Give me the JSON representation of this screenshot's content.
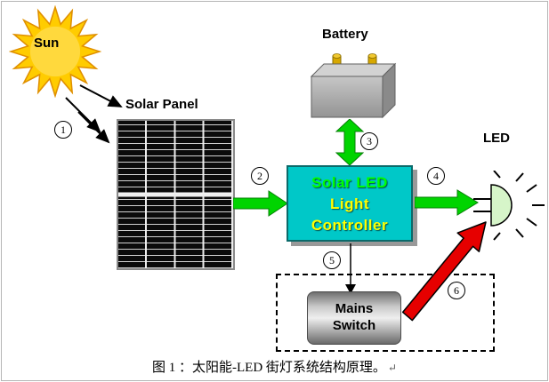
{
  "figure": {
    "caption": "图 1 ：太阳能-LED 街灯系统结构原理。",
    "caption_end_mark": "↵"
  },
  "nodes": {
    "sun": {
      "label": "Sun"
    },
    "solar_panel": {
      "label": "Solar Panel"
    },
    "battery": {
      "label": "Battery"
    },
    "controller": {
      "line1": "Solar LED",
      "line2": "Light",
      "line3": "Controller"
    },
    "led": {
      "label": "LED"
    },
    "mains_switch": {
      "line1": "Mains",
      "line2": "Switch"
    }
  },
  "markers": [
    "1",
    "2",
    "3",
    "4",
    "5",
    "6"
  ],
  "colors": {
    "flow_arrow_green": "#00d400",
    "flow_arrow_green_edge": "#067f06",
    "controller_fill": "#00c8c8",
    "controller_text_primary": "#00ff00",
    "controller_text_secondary": "#ffff00",
    "mains_arrow_red": "#e60000",
    "sun_fill": "#ffcc00",
    "led_body_fill": "#d6f5c9",
    "battery_gray": "#a8a8a8"
  }
}
